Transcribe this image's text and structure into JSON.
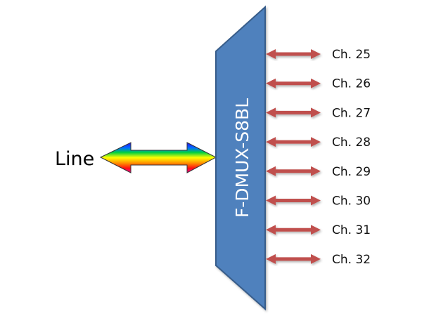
{
  "diagram": {
    "input_label": "Line",
    "device_label": "F-DMUX-S8BL",
    "channels": [
      {
        "label": "Ch. 25"
      },
      {
        "label": "Ch. 26"
      },
      {
        "label": "Ch. 27"
      },
      {
        "label": "Ch. 28"
      },
      {
        "label": "Ch. 29"
      },
      {
        "label": "Ch. 30"
      },
      {
        "label": "Ch. 31"
      },
      {
        "label": "Ch. 32"
      }
    ],
    "colors": {
      "device_fill": "#4F81BD",
      "device_stroke": "#385D8A",
      "channel_arrow": "#C0504D"
    }
  }
}
